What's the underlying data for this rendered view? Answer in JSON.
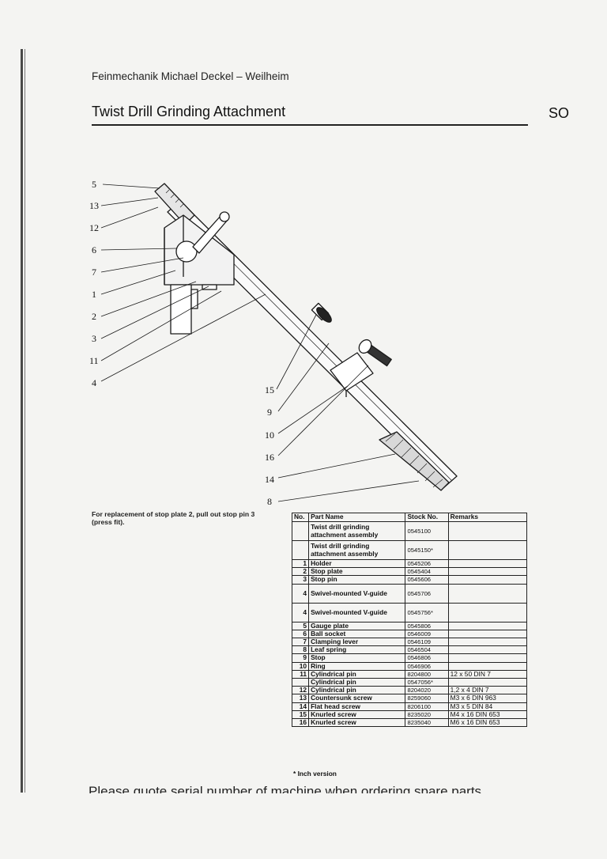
{
  "header": {
    "company": "Feinmechanik Michael Deckel – Weilheim",
    "title": "Twist Drill Grinding Attachment",
    "code": "SO"
  },
  "callouts": {
    "c5": "5",
    "c13": "13",
    "c12": "12",
    "c6": "6",
    "c7": "7",
    "c1": "1",
    "c2": "2",
    "c3": "3",
    "c11": "11",
    "c4": "4",
    "c15": "15",
    "c9": "9",
    "c10": "10",
    "c16": "16",
    "c14": "14",
    "c8": "8"
  },
  "note": "For replacement of stop plate 2, pull out stop pin 3 (press fit).",
  "table": {
    "headers": {
      "no": "No.",
      "name": "Part Name",
      "stock": "Stock No.",
      "remarks": "Remarks"
    },
    "rows": [
      {
        "no": "",
        "name": "Twist drill grinding attachment assembly",
        "stock": "0545100",
        "remarks": ""
      },
      {
        "no": "",
        "name": "Twist drill grinding attachment assembly",
        "stock": "0545150*",
        "remarks": ""
      },
      {
        "no": "1",
        "name": "Holder",
        "stock": "0545206",
        "remarks": ""
      },
      {
        "no": "2",
        "name": "Stop plate",
        "stock": "0545404",
        "remarks": ""
      },
      {
        "no": "3",
        "name": "Stop pin",
        "stock": "0545606",
        "remarks": ""
      },
      {
        "no": "4",
        "name": "Swivel-mounted V-guide",
        "stock": "0545706",
        "remarks": ""
      },
      {
        "no": "4",
        "name": "Swivel-mounted V-guide",
        "stock": "0545756*",
        "remarks": ""
      },
      {
        "no": "5",
        "name": "Gauge plate",
        "stock": "0545806",
        "remarks": ""
      },
      {
        "no": "6",
        "name": "Ball socket",
        "stock": "0546009",
        "remarks": ""
      },
      {
        "no": "7",
        "name": "Clamping lever",
        "stock": "0546109",
        "remarks": ""
      },
      {
        "no": "8",
        "name": "Leaf spring",
        "stock": "0546504",
        "remarks": ""
      },
      {
        "no": "9",
        "name": "Stop",
        "stock": "0546806",
        "remarks": ""
      },
      {
        "no": "10",
        "name": "Ring",
        "stock": "0546906",
        "remarks": ""
      },
      {
        "no": "11",
        "name": "Cylindrical pin",
        "stock": "8204800",
        "remarks": "12 x 50 DIN 7"
      },
      {
        "no": "",
        "name": "Cylindrical pin",
        "stock": "0547056*",
        "remarks": ""
      },
      {
        "no": "12",
        "name": "Cylindrical pin",
        "stock": "8204020",
        "remarks": "1,2 x 4   DIN 7"
      },
      {
        "no": "13",
        "name": "Countersunk screw",
        "stock": "8259060",
        "remarks": "M3 x 6   DIN 963"
      },
      {
        "no": "14",
        "name": "Flat head screw",
        "stock": "8206100",
        "remarks": "M3 x 5   DIN 84"
      },
      {
        "no": "15",
        "name": "Knurled screw",
        "stock": "8235020",
        "remarks": "M4 x 16 DIN 653"
      },
      {
        "no": "16",
        "name": "Knurled screw",
        "stock": "8235040",
        "remarks": "M6 x 16 DIN 653"
      }
    ]
  },
  "footnote": "* Inch version",
  "footer": "Please quote serial number of machine when ordering spare parts"
}
